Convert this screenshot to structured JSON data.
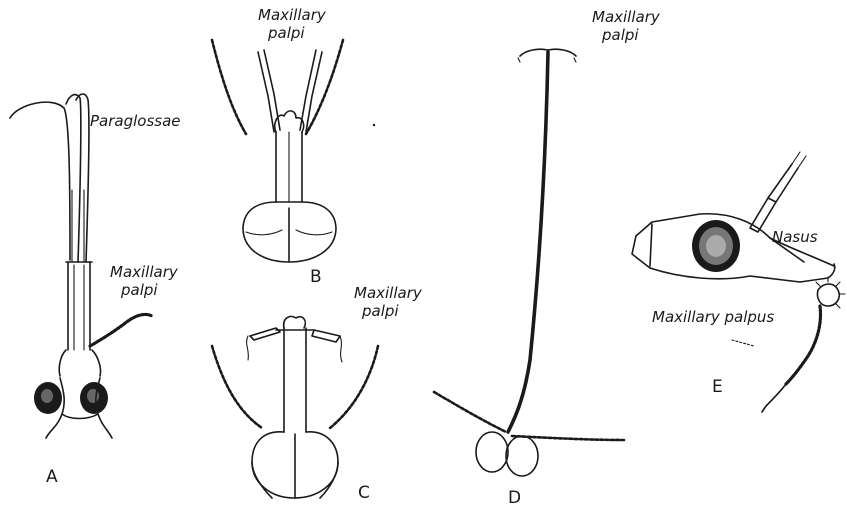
{
  "labels": {
    "paraglossae": "Paraglossae",
    "maxillary_palpi_a": [
      "Maxillary",
      "palpi"
    ],
    "maxillary_palpi_b": [
      "Maxillary",
      "palpi"
    ],
    "maxillary_palpi_c": [
      "Maxillary",
      "palpi"
    ],
    "maxillary_palpi_d": [
      "Maxillary",
      "palpi"
    ],
    "nasus": "Nasus",
    "maxillary_palpus": "Maxillary palpus"
  },
  "panels": [
    "A",
    "B",
    "C",
    "D",
    "E"
  ]
}
